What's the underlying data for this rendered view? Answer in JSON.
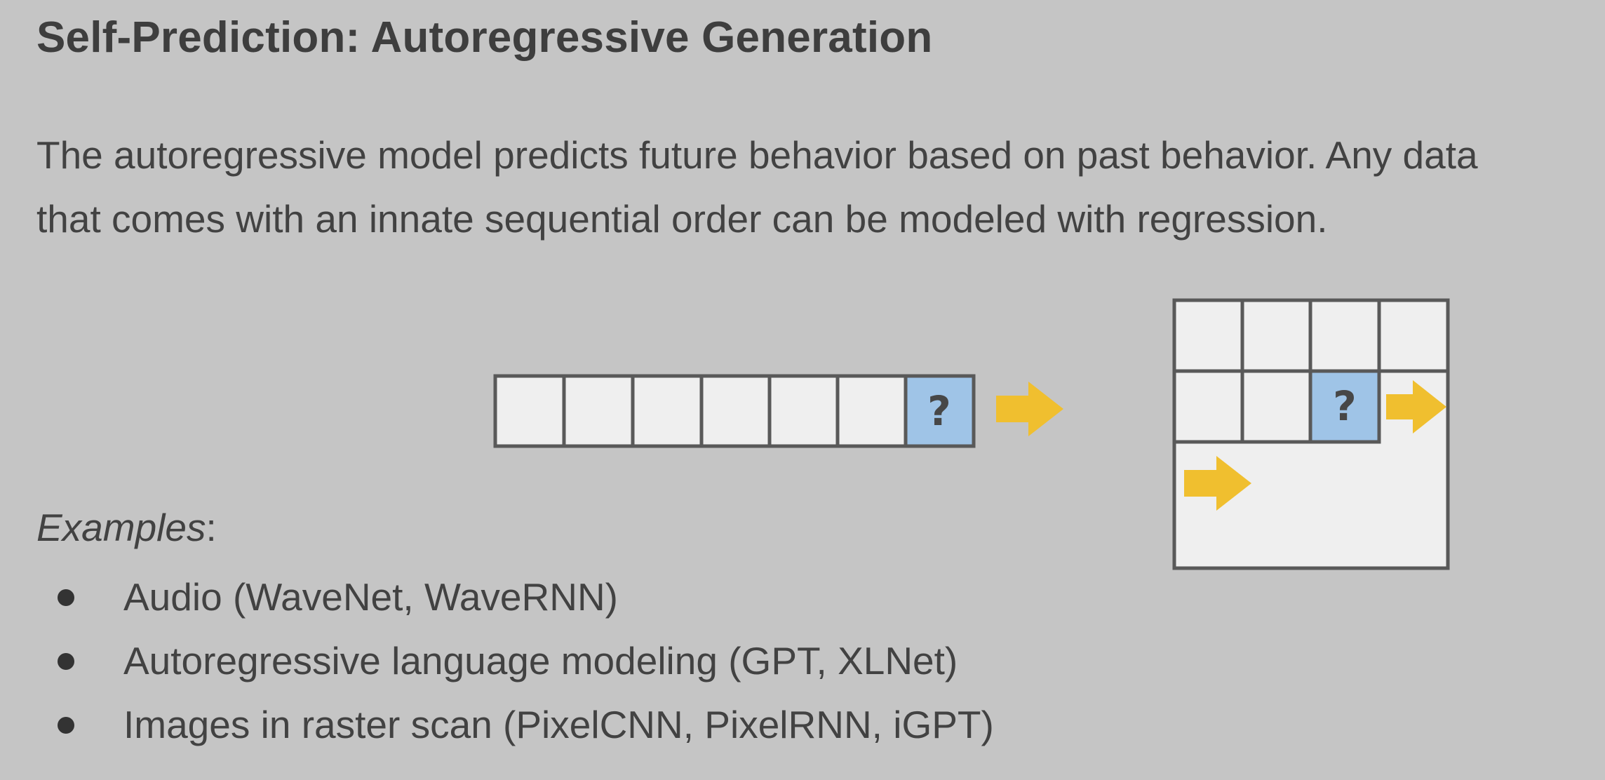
{
  "slide": {
    "title": "Self-Prediction: Autoregressive Generation",
    "description_lines": [
      "The autoregressive model predicts future behavior based on past behavior. Any data",
      "that comes with an innate sequential order can be modeled with regression."
    ],
    "examples_heading": "Examples",
    "examples_suffix": ":",
    "examples": [
      "Audio (WaveNet, WaveRNN)",
      "Autoregressive language modeling (GPT, XLNet)",
      "Images in raster scan (PixelCNN, PixelRNN, iGPT)"
    ]
  },
  "diagram": {
    "sequence_cells": 7,
    "sequence_target_index": 6,
    "grid_columns": 4,
    "grid_filled_rows": 2,
    "grid_target_row": 1,
    "grid_target_col": 2,
    "target_symbol": "?",
    "colors": {
      "cell_fill": "#efefef",
      "cell_border": "#595959",
      "target_fill": "#9fc4e7",
      "arrow": "#f0bf2f",
      "background": "#c5c5c5"
    }
  }
}
